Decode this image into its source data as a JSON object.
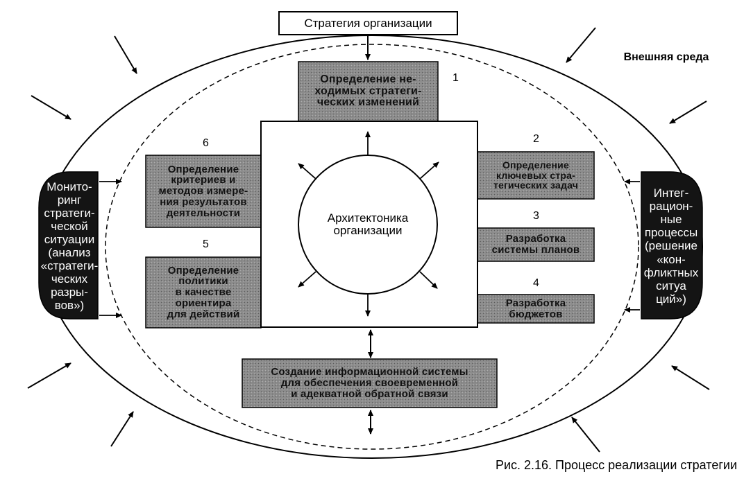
{
  "strategy_box": "Стратегия организации",
  "environment_label": "Внешняя среда",
  "core_label": "Архитектоника\nорганизации",
  "left_block": "Монито-\nринг\nстратеги-\nческой\nситуации\n(анализ\n«стратеги-\nческих\nразры-\nвов»)",
  "right_block": "Интег-\nрацион-\nные\nпроцессы\n(решение\n«кон-\nфликтных\nситуа\nций»)",
  "steps": [
    {
      "number": "1",
      "text": "Определение не-\nходимых стратеги-\nческих изменений"
    },
    {
      "number": "2",
      "text": "Определение\nключевых стра-\nтегических задач"
    },
    {
      "number": "3",
      "text": "Разработка\nсистемы планов"
    },
    {
      "number": "4",
      "text": "Разработка\nбюджетов"
    },
    {
      "number": "5",
      "text": "Определение\nполитики\nв качестве\nориентира\nдля действий"
    },
    {
      "number": "6",
      "text": "Определение\nкритериев и\nметодов измере-\nния результатов\nдеятельности"
    }
  ],
  "bottom_box": "Создание информационной системы\nдля обеспечения своевременной\nи адекватной обратной связи",
  "caption": "Рис. 2.16. Процесс реализации стратегии",
  "colors": {
    "gray_fill": "#8c8c8c",
    "dark_fill": "#141414",
    "line": "#000000"
  }
}
